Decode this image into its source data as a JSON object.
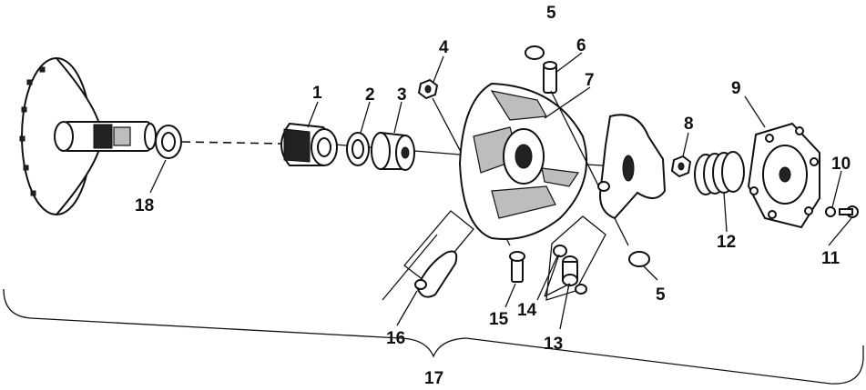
{
  "diagram": {
    "callouts": [
      {
        "id": "c1",
        "label": "1",
        "part": "spider-roller-assembly"
      },
      {
        "id": "c2",
        "label": "2",
        "part": "washer"
      },
      {
        "id": "c3",
        "label": "3",
        "part": "bushing"
      },
      {
        "id": "c4",
        "label": "4",
        "part": "nut"
      },
      {
        "id": "c5a",
        "label": "5",
        "part": "button"
      },
      {
        "id": "c6",
        "label": "6",
        "part": "pin"
      },
      {
        "id": "c7",
        "label": "7",
        "part": "moveable-sheave"
      },
      {
        "id": "c8",
        "label": "8",
        "part": "nut"
      },
      {
        "id": "c9",
        "label": "9",
        "part": "cover-plate"
      },
      {
        "id": "c10",
        "label": "10",
        "part": "washer"
      },
      {
        "id": "c11",
        "label": "11",
        "part": "screw"
      },
      {
        "id": "c12",
        "label": "12",
        "part": "spring"
      },
      {
        "id": "c13",
        "label": "13",
        "part": "roller"
      },
      {
        "id": "c14",
        "label": "14",
        "part": "bushing"
      },
      {
        "id": "c15",
        "label": "15",
        "part": "bolt"
      },
      {
        "id": "c16",
        "label": "16",
        "part": "weight"
      },
      {
        "id": "c5b",
        "label": "5",
        "part": "button"
      },
      {
        "id": "c17",
        "label": "17",
        "part": "complete-clutch-assembly"
      },
      {
        "id": "c18",
        "label": "18",
        "part": "spacer-washer"
      }
    ]
  }
}
